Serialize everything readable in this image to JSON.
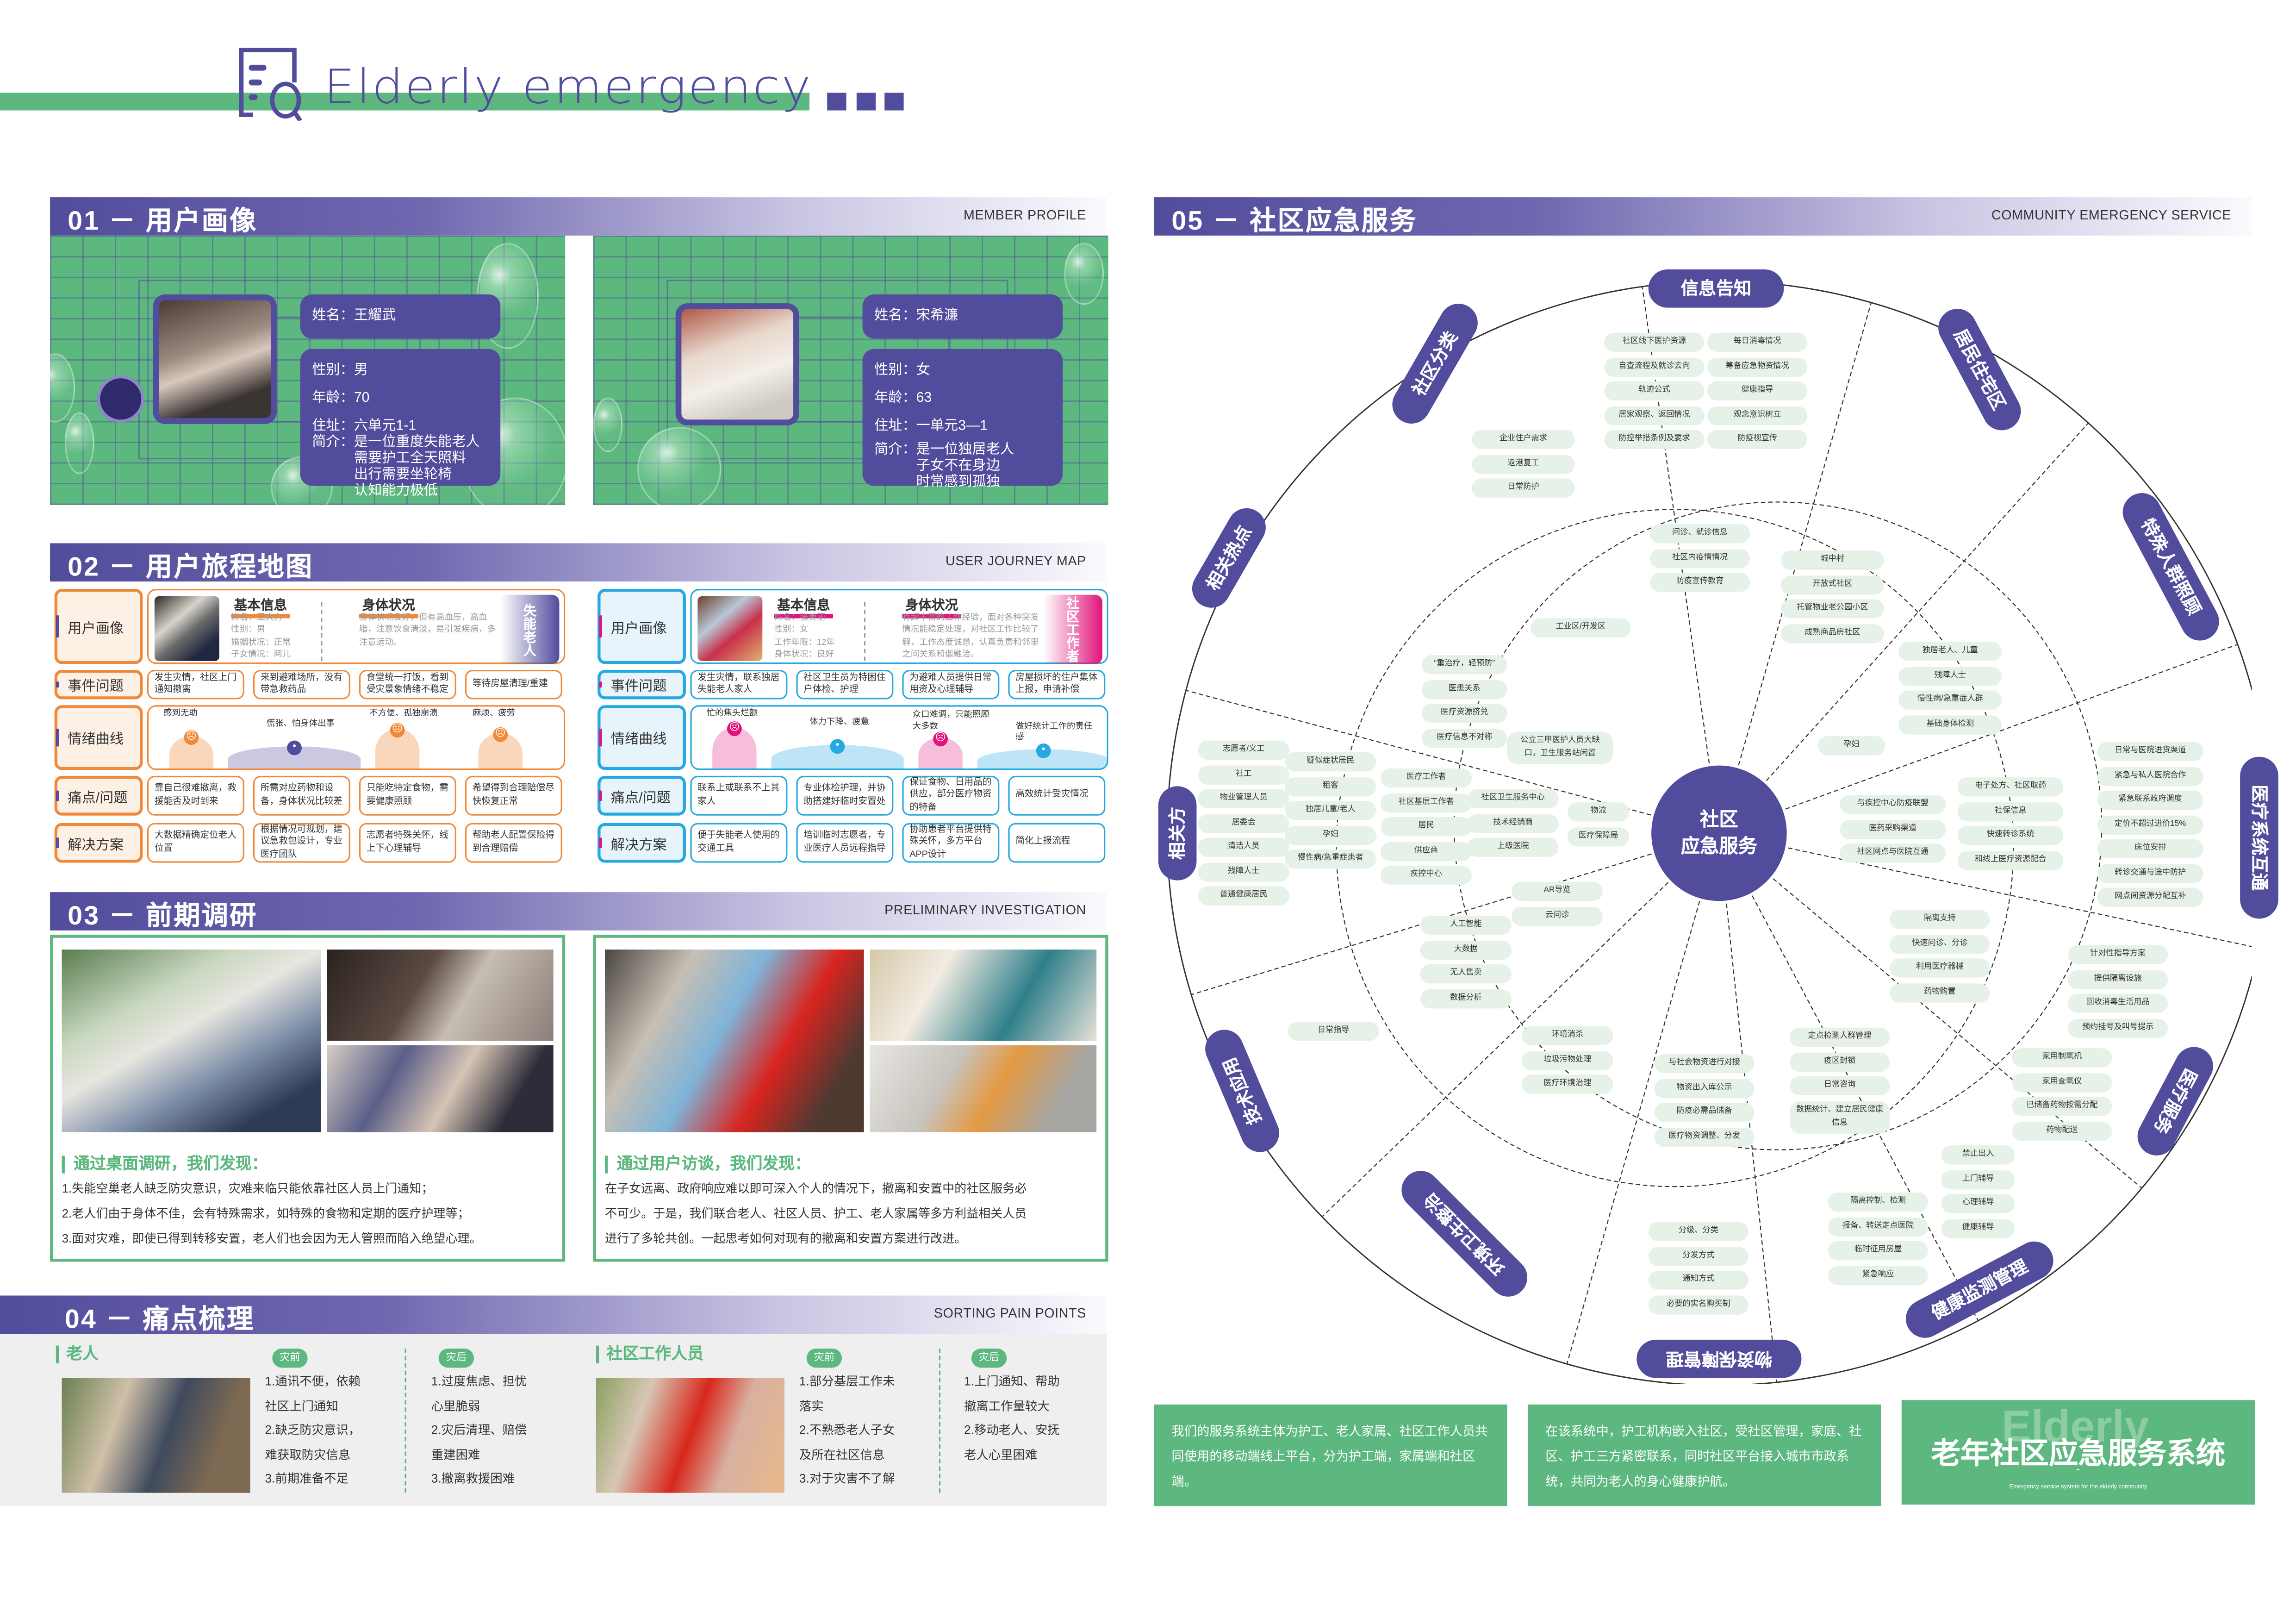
{
  "header": {
    "brand_title": "Elderly emergency",
    "brand_icon": "document-search-icon",
    "colors": {
      "purple": "#514c9c",
      "green": "#5cb87f",
      "orange": "#f08a3a",
      "cyan": "#25a9e0",
      "pink": "#e0147a",
      "mint": "#e6f2e8"
    }
  },
  "sections": {
    "s1": {
      "title": "01 － 用户画像",
      "en": "MEMBER PROFILE"
    },
    "s2": {
      "title": "02 － 用户旅程地图",
      "en": "USER JOURNEY MAP"
    },
    "s3": {
      "title": "03 － 前期调研",
      "en": "PRELIMINARY INVESTIGATION"
    },
    "s4": {
      "title": "04 － 痛点梳理",
      "en": "SORTING PAIN POINTS"
    },
    "s5": {
      "title": "05 － 社区应急服务",
      "en": "COMMUNITY EMERGENCY SERVICE"
    }
  },
  "profiles": [
    {
      "name": "姓名：王耀武",
      "gender": "性别：男",
      "age": "年龄：70",
      "address": "住址：六单元1-1",
      "bio_label": "简介：",
      "bio": "是一位重度失能老人\n需要护工全天照料\n出行需要坐轮椅\n认知能力极低"
    },
    {
      "name": "姓名：宋希濂",
      "gender": "性别：女",
      "age": "年龄：63",
      "address": "住址：一单元3—1",
      "bio_label": "简介：",
      "bio": "是一位独居老人\n子女不在身边\n时常感到孤独"
    }
  ],
  "journey": {
    "row_labels": [
      "用户画像",
      "事件问题",
      "情绪曲线",
      "痛点/问题",
      "解决方案"
    ],
    "maps": [
      {
        "info_heading": "基本信息",
        "info_lines": "姓名：王大力\n性别：男\n婚姻状况：正常\n子女情况：两儿",
        "body_heading": "身体状况",
        "body_text": "身体状况良好，但有高血压，高血脂，注意饮食清淡，易引发疾病，多注意运动。",
        "tag": "失能老人",
        "events": [
          "发生灾情，社区上门通知撤离",
          "来到避难场所，没有带急救药品",
          "食堂统一打饭，看到受灾景象情绪不稳定",
          "等待房屋清理/重建"
        ],
        "emotions": [
          {
            "text": "感到无助",
            "mood": "sad",
            "level": 0.55
          },
          {
            "text": "慌张、怕身体出事",
            "mood": "neutral",
            "level": 0.3
          },
          {
            "text": "不方便、孤独崩溃",
            "mood": "sad",
            "level": 0.7
          },
          {
            "text": "麻烦、疲劳",
            "mood": "sad",
            "level": 0.6
          }
        ],
        "pains": [
          "靠自己很难撤离，救援能否及时到来",
          "所需对应药物和设备，身体状况比较差",
          "只能吃特定食物，需要健康照顾",
          "希望得到合理赔偿尽快恢复正常"
        ],
        "solutions": [
          "大数据精确定位老人位置",
          "根据情况可规划，建议急救包设计，专业医疗团队",
          "志愿者特殊关怀，线上下心理辅导",
          "帮助老人配置保险得到合理赔偿"
        ]
      },
      {
        "info_heading": "基本信息",
        "info_lines": "姓名：张美丽\n性别：女\n工作年限：12年\n身体状况：良好",
        "body_heading": "身体状况",
        "body_text": "有超丰富的工作经验，面对各种突发情况能稳定处理，对社区工作比较了解，工作态度诚恳，认真负责和邻里之间关系和谐融洽。",
        "tag": "社区工作者",
        "events": [
          "发生灾情，联系独居失能老人家人",
          "社区卫生员为特困住户体检、护理",
          "为避难人员提供日常用资及心理辅导",
          "房屋损坏的住户集体上报，申请补偿"
        ],
        "emotions": [
          {
            "text": "忙的焦头烂额",
            "mood": "sad",
            "level": 0.75
          },
          {
            "text": "体力下降、疲惫",
            "mood": "neutral",
            "level": 0.35
          },
          {
            "text": "众口难调，只能照顾大多数",
            "mood": "sad",
            "level": 0.5
          },
          {
            "text": "做好统计工作的责任感",
            "mood": "neutral",
            "level": 0.25
          }
        ],
        "pains": [
          "联系上或联系不上其家人",
          "专业体检护理，并协助搭建好临时安置处",
          "保证食物、日用品的供应，部分医疗物资的特备",
          "高效统计受灾情况"
        ],
        "solutions": [
          "便于失能老人使用的交通工具",
          "培训临时志愿者，专业医疗人员远程指导",
          "协助患者平台提供特殊关怀，多方平台APP设计",
          "简化上报流程"
        ]
      }
    ]
  },
  "research": [
    {
      "heading": "通过桌面调研，我们发现：",
      "lines": [
        "1.失能空巢老人缺乏防灾意识，灾难来临只能依靠社区人员上门通知；",
        "2.老人们由于身体不佳，会有特殊需求，如特殊的食物和定期的医疗护理等；",
        "3.面对灾难，即使已得到转移安置，老人们也会因为无人管照而陷入绝望心理。"
      ]
    },
    {
      "heading": "通过用户访谈，我们发现：",
      "lines": [
        "在子女远离、政府响应难以即可深入个人的情况下，撤离和安置中的社区服务必",
        "不可少。于是，我们联合老人、社区人员、护工、老人家属等多方利益相关人员",
        "进行了多轮共创。一起思考如何对现有的撤离和安置方案进行改进。"
      ]
    }
  ],
  "pain_points": [
    {
      "group": "老人",
      "before_label": "灾前",
      "before": "1.通讯不便，依赖\n社区上门通知\n2.缺乏防灾意识，\n难获取防灾信息\n3.前期准备不足",
      "after_label": "灾后",
      "after": "1.过度焦虑、担忧\n心里脆弱\n2.灾后清理、赔偿\n重建困难\n3.撤离救援困难"
    },
    {
      "group": "社区工作人员",
      "before_label": "灾前",
      "before": "1.部分基层工作未\n落实\n2.不熟悉老人子女\n及所在社区信息\n3.对于灾害不了解",
      "after_label": "灾后",
      "after": "1.上门通知、帮助\n撤离工作量较大\n2.移动老人、安抚\n老人心里困难"
    }
  ],
  "service_map": {
    "center": "社区\n应急服务",
    "categories": [
      "信息告知",
      "居民住宅区",
      "特殊人群照顾",
      "医疗系统互通",
      "医疗服务",
      "健康监测管理",
      "物资保障管理",
      "环境卫生整治",
      "技术应用",
      "相关方",
      "相关热点",
      "社区分类"
    ],
    "nodes": {
      "info_outer_a": [
        "社区线下医护资源",
        "自查流程及就诊去向",
        "轨迹公式",
        "居家观察、返回情况",
        "防控举措条例及要求"
      ],
      "info_outer_b": [
        "每日消毒情况",
        "筹备应急物资情况",
        "健康指导",
        "观念意识树立",
        "防疫视宣传"
      ],
      "info_inner": [
        "问诊、就诊信息",
        "社区内疫情情况",
        "防疫宣传教育"
      ],
      "classify_outer": [
        "企业住户需求",
        "返港复工",
        "日常防护"
      ],
      "classify_inner": [
        "工业区/开发区"
      ],
      "residential": [
        "城中村",
        "开放式社区",
        "托管物业老公园小区",
        "成熟商品房社区"
      ],
      "special_outer": [
        "独居老人、儿童",
        "残障人士",
        "慢性病/急重症人群",
        "基础身体检测"
      ],
      "special_inner": [
        "孕妇"
      ],
      "hotspot_inner": [
        "“重治疗，轻预防”",
        "医患关系",
        "医疗资源挤兑",
        "医疗信息不对称"
      ],
      "hotspot_extra": [
        "公立三甲医护人员大缺口，卫生服务站闲置"
      ],
      "stakeholders_outer_a": [
        "志愿者/义工",
        "社工",
        "物业管理人员",
        "居委会",
        "清洁人员",
        "残障人士",
        "普通健康居民"
      ],
      "stakeholders_outer_b": [
        "疑似症状居民",
        "租客",
        "独居儿童/老人",
        "孕妇",
        "慢性病/急重症患者"
      ],
      "stakeholders_inner_a": [
        "医疗工作者",
        "社区基层工作者",
        "居民",
        "供应商",
        "疾控中心"
      ],
      "stakeholders_inner_b": [
        "社区卫生服务中心",
        "技术经销商",
        "上级医院"
      ],
      "stakeholders_inner_c": [
        "物流",
        "医疗保障局"
      ],
      "med_system_outer": [
        "日常与医院进货渠道",
        "紧急与私人医院合作",
        "紧急联系政府调度",
        "定价不超过进价15%",
        "床位安排",
        "转诊交通与途中防护",
        "网点间资源分配互补"
      ],
      "med_system_inner_a": [
        "电子处方、社区取药",
        "社保信息",
        "快速转诊系统",
        "和线上医疗资源配合"
      ],
      "med_system_inner_b": [
        "与疾控中心防疫联盟",
        "医药采购渠道",
        "社区网点与医院互通"
      ],
      "tech_inner_a": [
        "AR导览",
        "云问诊"
      ],
      "tech_inner_b": [
        "人工智能",
        "大数据",
        "无人售卖",
        "数据分析"
      ],
      "tech_outer": [
        "日常指导"
      ],
      "med_service_inner": [
        "隔离支持",
        "快速问诊、分诊",
        "利用医疗器械",
        "药物购置"
      ],
      "med_service_outer_a": [
        "针对性指导方案",
        "提供隔离设施",
        "回收消毒生活用品",
        "预约挂号及叫号提示"
      ],
      "med_service_outer_b": [
        "家用制氧机",
        "家用查氧仪",
        "已储备药物按需分配",
        "药物配送"
      ],
      "env_inner": [
        "环境消杀",
        "垃圾污物处理",
        "医疗环境治理"
      ],
      "supply_inner": [
        "与社会物资进行对接",
        "物资出入库公示",
        "防疫必需品储备",
        "医疗物资调整、分发"
      ],
      "supply_outer": [
        "分级、分类",
        "分发方式",
        "通知方式",
        "必要的实名购买制"
      ],
      "health_inner": [
        "定点检测人群管理",
        "疫区封锁",
        "日常咨询",
        "数据统计、建立居民健康信息"
      ],
      "health_outer_a": [
        "隔离控制、检测",
        "报备、转送定点医院",
        "临时征用房屋",
        "紧急响应"
      ],
      "health_outer_b": [
        "禁止出入",
        "上门辅导",
        "心理辅导",
        "健康辅导"
      ]
    }
  },
  "footer": {
    "box1": "我们的服务系统主体为护工、老人家属、社区工作人员共同使用的移动端线上平台，分为护工端，家属端和社区端。",
    "box2": "在该系统中，护工机构嵌入社区，受社区管理，家庭、社区、护工三方紧密联系，同时社区平台接入城市市政系统，共同为老人的身心健康护航。",
    "watermark": "Elderly",
    "title": "老年社区应急服务系统",
    "dash": "-",
    "subtitle": "Emergency service system for the elderly community"
  }
}
